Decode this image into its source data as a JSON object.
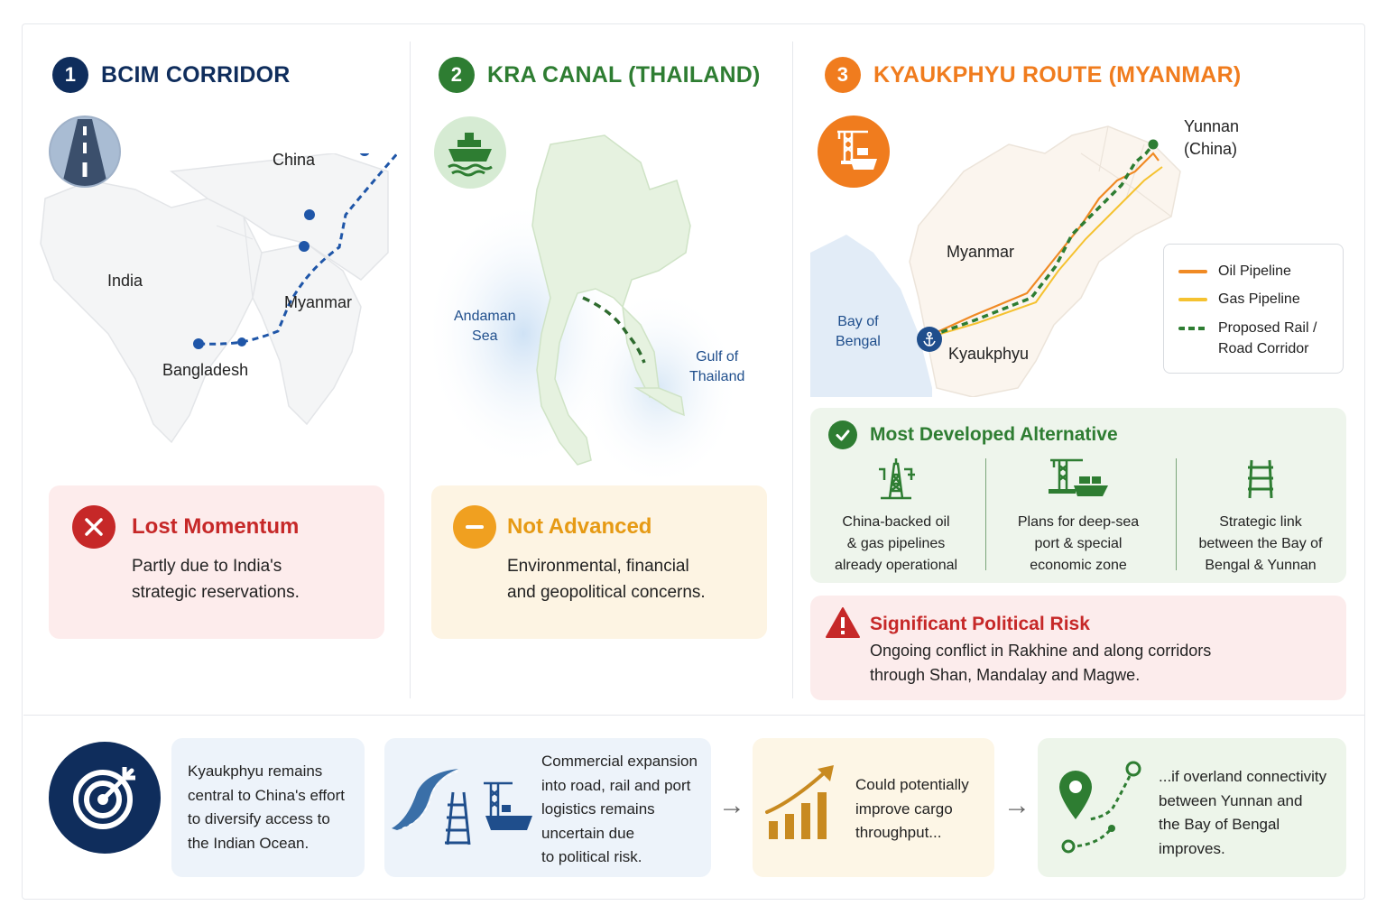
{
  "sections": [
    {
      "number": "1",
      "title": "BCIM CORRIDOR",
      "color": "#0f2d5c"
    },
    {
      "number": "2",
      "title": "KRA CANAL (THAILAND)",
      "color": "#2e7d32"
    },
    {
      "number": "3",
      "title": "KYAUKPHYU ROUTE (MYANMAR)",
      "color": "#f07c1e"
    }
  ],
  "bcim": {
    "icon": "road-icon",
    "map_labels": {
      "china": "China",
      "india": "India",
      "myanmar": "Myanmar",
      "bangladesh": "Bangladesh"
    },
    "status": {
      "icon": "x-icon",
      "title": "Lost Momentum",
      "line1": "Partly due to India's",
      "line2": "strategic reservations.",
      "color": "#c62828"
    }
  },
  "kra": {
    "icon": "ship-icon",
    "map_labels": {
      "andaman_1": "Andaman",
      "andaman_2": "Sea",
      "gulf_1": "Gulf of",
      "gulf_2": "Thailand"
    },
    "status": {
      "icon": "minus-icon",
      "title": "Not Advanced",
      "line1": "Environmental, financial",
      "line2": "and geopolitical concerns.",
      "color": "#f0a020"
    }
  },
  "kyaukphyu": {
    "icon": "port-crane-icon",
    "map_labels": {
      "yunnan_1": "Yunnan",
      "yunnan_2": "(China)",
      "myanmar": "Myanmar",
      "bay_1": "Bay of",
      "bay_2": "Bengal",
      "port": "Kyaukphyu"
    },
    "legend": [
      {
        "label": "Oil Pipeline",
        "color": "#f08a24",
        "style": "solid"
      },
      {
        "label": "Gas Pipeline",
        "color": "#f5c230",
        "style": "solid"
      },
      {
        "label_1": "Proposed Rail /",
        "label_2": "Road Corridor",
        "color": "#2e7d32",
        "style": "dashed"
      }
    ],
    "developed": {
      "title": "Most Developed Alternative",
      "items": [
        {
          "icon": "oil-rig-icon",
          "line1": "China-backed oil",
          "line2": "& gas pipelines",
          "line3": "already operational"
        },
        {
          "icon": "crane-ship-icon",
          "line1": "Plans for deep-sea",
          "line2": "port & special",
          "line3": "economic zone"
        },
        {
          "icon": "railway-icon",
          "line1": "Strategic link",
          "line2": "between the Bay of",
          "line3": "Bengal & Yunnan"
        }
      ]
    },
    "risk": {
      "title": "Significant Political Risk",
      "line1": "Ongoing conflict in Rakhine and along corridors",
      "line2": "through Shan, Mandalay and Magwe."
    }
  },
  "bottom": {
    "target": {
      "icon": "target-icon",
      "lines": [
        "Kyaukphyu remains",
        "central to China's effort",
        "to diversify access to",
        "the Indian Ocean."
      ]
    },
    "commercial": {
      "icon": "road-rail-port-icon",
      "lines": [
        "Commercial expansion",
        "into road, rail and port",
        "logistics remains",
        "uncertain due",
        "to political risk."
      ]
    },
    "throughput": {
      "icon": "growth-chart-icon",
      "lines": [
        "Could potentially",
        "improve cargo",
        "throughput..."
      ]
    },
    "connectivity": {
      "icon": "route-pin-icon",
      "lines": [
        "...if overland connectivity",
        "between Yunnan and",
        "the Bay of Bengal",
        "improves."
      ]
    },
    "arrow": "→"
  }
}
